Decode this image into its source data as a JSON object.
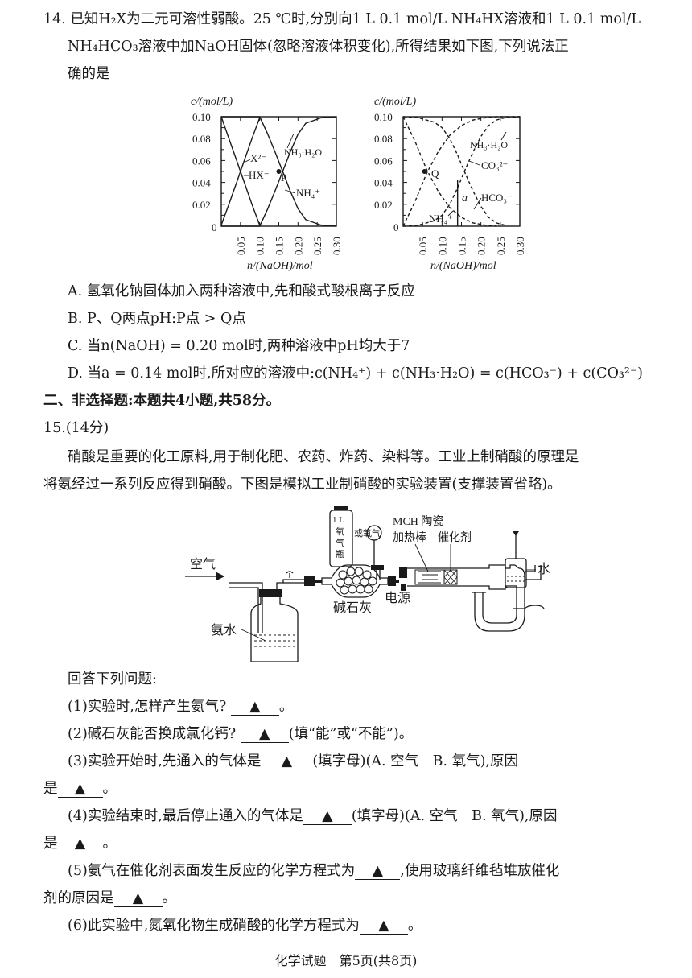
{
  "q14": {
    "line1": "14. 已知H₂X为二元可溶性弱酸。25 ℃时,分别向1 L 0.1 mol/L NH₄HX溶液和1 L 0.1 mol/L",
    "line2": "NH₄HCO₃溶液中加NaOH固体(忽略溶液体积变化),所得结果如下图,下列说法正",
    "line3": "确的是",
    "options": [
      "A. 氢氧化钠固体加入两种溶液中,先和酸式酸根离子反应",
      "B. P、Q两点pH:P点 > Q点",
      "C. 当n(NaOH) = 0.20 mol时,两种溶液中pH均大于7",
      "D. 当a = 0.14 mol时,所对应的溶液中:c(NH₄⁺) + c(NH₃·H₂O) = c(HCO₃⁻) + c(CO₃²⁻)"
    ]
  },
  "chart_data": [
    {
      "type": "line",
      "ylabel": "c/(mol/L)",
      "xlabel": "n/(NaOH)/mol",
      "xlim": [
        0,
        0.3
      ],
      "ylim": [
        0,
        0.1
      ],
      "x_ticks": [
        "0.05",
        "0.10",
        "0.15",
        "0.20",
        "0.25",
        "0.30"
      ],
      "y_ticks": [
        "0.10",
        "0.08",
        "0.06",
        "0.04",
        "0.02"
      ],
      "origin_label": "0",
      "series": [
        {
          "name": "HX⁻",
          "style": "solid",
          "x": [
            0,
            0.02,
            0.04,
            0.06,
            0.08,
            0.1
          ],
          "y": [
            0.1,
            0.08,
            0.06,
            0.04,
            0.02,
            0.001
          ]
        },
        {
          "name": "X²⁻",
          "style": "solid",
          "x": [
            0,
            0.02,
            0.04,
            0.06,
            0.08,
            0.1
          ],
          "y": [
            0.001,
            0.02,
            0.04,
            0.06,
            0.08,
            0.099
          ]
        },
        {
          "name": "NH₄⁺",
          "style": "solid",
          "x": [
            0,
            0.1,
            0.12,
            0.14,
            0.16,
            0.18,
            0.2,
            0.22,
            0.26,
            0.3
          ],
          "y": [
            0.1,
            0.1,
            0.085,
            0.068,
            0.05,
            0.032,
            0.016,
            0.006,
            0.001,
            0.0
          ]
        },
        {
          "name": "NH₃·H₂O",
          "style": "solid",
          "x": [
            0,
            0.1,
            0.12,
            0.14,
            0.16,
            0.18,
            0.2,
            0.22,
            0.26,
            0.3
          ],
          "y": [
            0.0,
            0.0,
            0.015,
            0.032,
            0.05,
            0.068,
            0.084,
            0.094,
            0.099,
            0.1
          ]
        }
      ],
      "annotations": [
        {
          "label": "X²⁻"
        },
        {
          "label": "HX⁻"
        },
        {
          "label": "NH₃·H₂O"
        },
        {
          "label": "NH₄⁺"
        },
        {
          "label": "P",
          "x": 0.15,
          "y": 0.05
        }
      ]
    },
    {
      "type": "line",
      "ylabel": "c/(mol/L)",
      "xlabel": "n/(NaOH)/mol",
      "xlim": [
        0,
        0.3
      ],
      "ylim": [
        0,
        0.1
      ],
      "x_ticks": [
        "0.05",
        "0.10",
        "0.15",
        "0.20",
        "0.25",
        "0.30"
      ],
      "y_ticks": [
        "0.10",
        "0.08",
        "0.06",
        "0.04",
        "0.02"
      ],
      "origin_label": "0",
      "series": [
        {
          "name": "NH₄⁺",
          "style": "dashed",
          "x": [
            0,
            0.03,
            0.06,
            0.09,
            0.12,
            0.15,
            0.18,
            0.21,
            0.24
          ],
          "y": [
            0.1,
            0.078,
            0.052,
            0.032,
            0.017,
            0.008,
            0.003,
            0.001,
            0.0
          ]
        },
        {
          "name": "NH₃·H₂O",
          "style": "dashed",
          "x": [
            0,
            0.03,
            0.06,
            0.09,
            0.12,
            0.15,
            0.18,
            0.21,
            0.24,
            0.27,
            0.3
          ],
          "y": [
            0.0,
            0.022,
            0.048,
            0.068,
            0.083,
            0.092,
            0.097,
            0.099,
            0.1,
            0.1,
            0.1
          ]
        },
        {
          "name": "HCO₃⁻",
          "style": "dashed",
          "x": [
            0,
            0.04,
            0.08,
            0.1,
            0.12,
            0.14,
            0.16,
            0.18,
            0.2,
            0.22,
            0.24,
            0.26
          ],
          "y": [
            0.1,
            0.099,
            0.095,
            0.09,
            0.08,
            0.065,
            0.048,
            0.032,
            0.018,
            0.008,
            0.003,
            0.001
          ]
        },
        {
          "name": "CO₃²⁻",
          "style": "dashed",
          "x": [
            0,
            0.04,
            0.08,
            0.1,
            0.12,
            0.14,
            0.16,
            0.18,
            0.2,
            0.22,
            0.24,
            0.26,
            0.3
          ],
          "y": [
            0.0,
            0.001,
            0.005,
            0.01,
            0.02,
            0.035,
            0.052,
            0.068,
            0.082,
            0.092,
            0.097,
            0.099,
            0.1
          ]
        }
      ],
      "annotations": [
        {
          "label": "Q",
          "x": 0.055,
          "y": 0.05
        },
        {
          "label": "NH₃·H₂O"
        },
        {
          "label": "CO₃²⁻"
        },
        {
          "label": "HCO₃⁻"
        },
        {
          "label": "NH₄⁺"
        },
        {
          "label": "a",
          "x": 0.14
        }
      ]
    }
  ],
  "section2": "二、非选择题:本题共4小题,共58分。",
  "q15": {
    "number": "15.(14分)",
    "intro1": "硝酸是重要的化工原料,用于制化肥、农药、炸药、染料等。工业上制硝酸的原理是",
    "intro2": "将氨经过一系列反应得到硝酸。下图是模拟工业制硝酸的实验装置(支撑装置省略)。",
    "apparatus": {
      "air": "空气",
      "cylinder": [
        "1 L",
        "氧",
        "气",
        "瓶"
      ],
      "oxygen": "或氧气",
      "mch": "MCH 陶瓷",
      "heater": "加热棒",
      "catalyst": "催化剂",
      "water": "水",
      "soda_lime": "碱石灰",
      "power": "电源",
      "ammonia": "氨水"
    },
    "answer_prompt": "回答下列问题:",
    "blank_mark": "▲",
    "q1": {
      "pre": "(1)实验时,怎样产生氨气?",
      "post": "。"
    },
    "q2": {
      "pre": "(2)碱石灰能否换成氯化钙?",
      "post": "(填“能”或“不能”)。"
    },
    "q3": {
      "pre": "(3)实验开始时,先通入的气体是",
      "post": "(填字母)(A. 空气　B. 氧气),原因",
      "line2_pre": "是",
      "line2_post": "。"
    },
    "q4": {
      "pre": "(4)实验结束时,最后停止通入的气体是",
      "post": "(填字母)(A. 空气　B. 氧气),原因",
      "line2_pre": "是",
      "line2_post": "。"
    },
    "q5": {
      "pre": "(5)氨气在催化剂表面发生反应的化学方程式为",
      "mid": ",使用玻璃纤维毡堆放催化",
      "line2_pre": "剂的原因是",
      "line2_post": "。"
    },
    "q6": {
      "pre": "(6)此实验中,氮氧化物生成硝酸的化学方程式为",
      "post": "。"
    }
  },
  "footer": "化学试题　第5页(共8页)"
}
